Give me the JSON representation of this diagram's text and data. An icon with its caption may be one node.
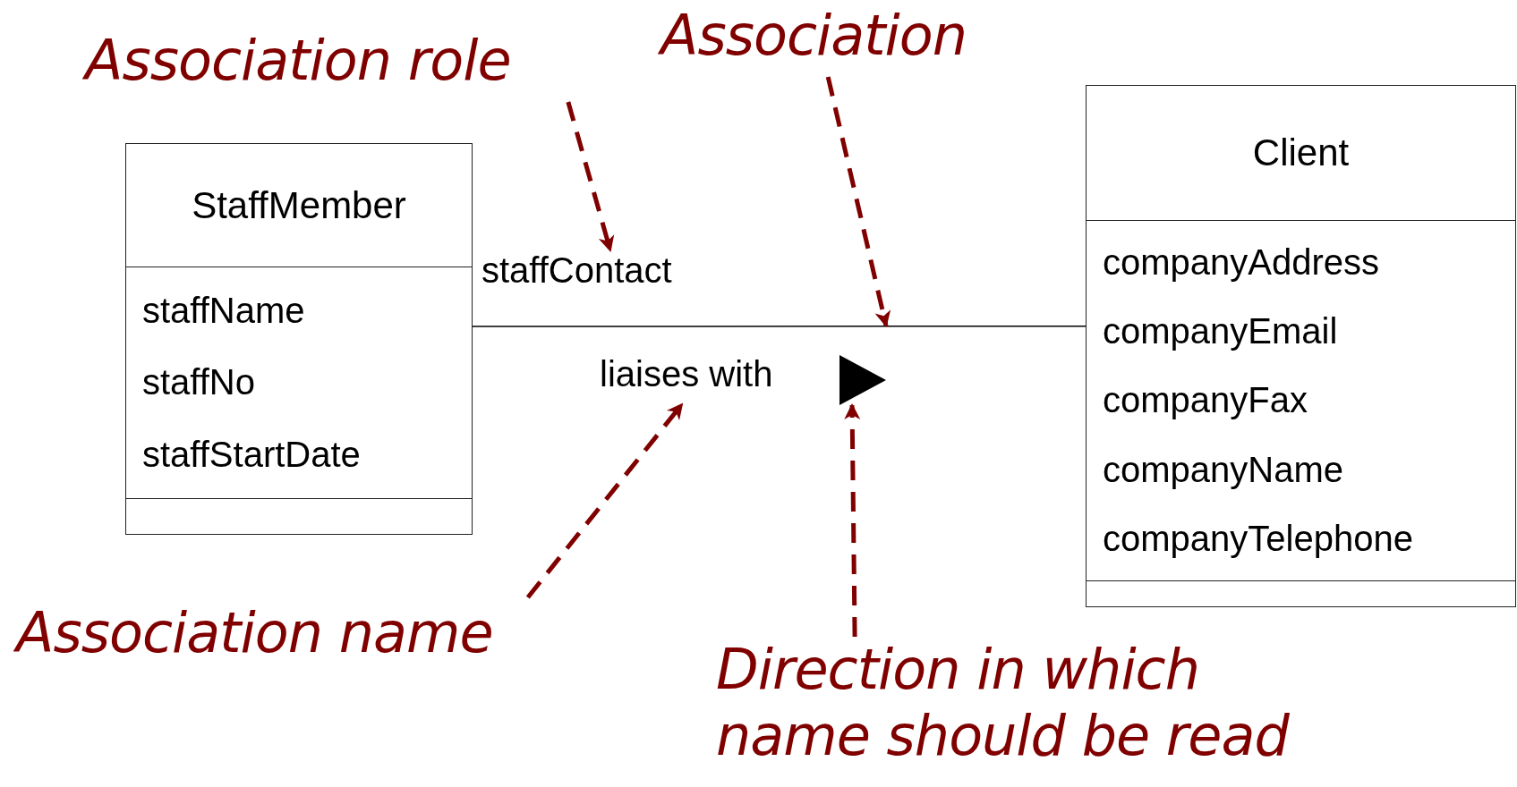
{
  "diagram": {
    "nodes": [
      {
        "text": [
          "StaffMember",
          "staffName",
          "staffNo",
          "staffStartDate"
        ]
      },
      {
        "text": [
          "Client",
          "companyAddress",
          "companyEmail",
          "companyFax",
          "companyName",
          "companyTelephone"
        ]
      },
      {
        "text": [
          "staffContact"
        ]
      },
      {
        "text": [
          "liaises with"
        ]
      },
      {
        "text": [],
        "shape": "triangle"
      },
      {
        "text": [
          "Association role"
        ]
      },
      {
        "text": [
          "Association"
        ]
      },
      {
        "text": [
          "Association name"
        ]
      },
      {
        "text": [
          "Direction in which name should be read"
        ]
      }
    ],
    "edges": [
      {
        "from": 0,
        "to": 1,
        "arrow": "none",
        "color": "#000000"
      },
      {
        "from": 5,
        "to": 2,
        "arrow": "to",
        "style": "dashed",
        "color": "#800000"
      },
      {
        "from": 6,
        "to": null,
        "arrow": "to",
        "style": "dashed",
        "color": "#800000"
      },
      {
        "from": 7,
        "to": 3,
        "arrow": "to",
        "style": "dashed",
        "color": "#800000"
      },
      {
        "from": 8,
        "to": 4,
        "arrow": "to",
        "style": "dashed",
        "color": "#800000"
      }
    ]
  }
}
